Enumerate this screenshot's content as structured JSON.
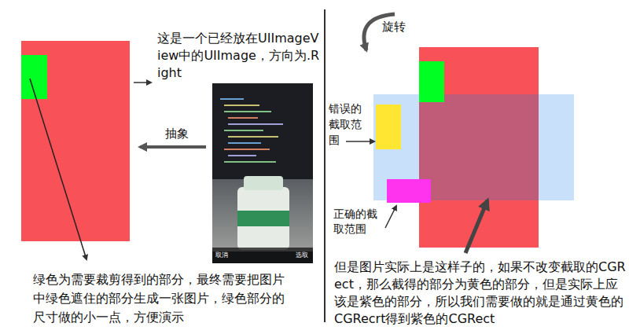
{
  "diagram": {
    "labels": [
      "这是一个已经放在UIImageView中的UIImage，方向为.Right",
      "抽象",
      "取消",
      "选取",
      "绿色为需要裁剪得到的部分，最终需要把图片中绿色遮住的部分生成一张图片，绿色部分的尺寸做的小一点，方便演示",
      "旋转",
      "错误的截取范围",
      "正确的截取范围",
      "但是图片实际上是这样子的，如果不改变截取的CGRect，那么截得的部分为黄色的部分，但是实际上应该是紫色的部分，所以我们需要做的就是通过黄色的CGRecrt得到紫色的CGRect"
    ]
  }
}
